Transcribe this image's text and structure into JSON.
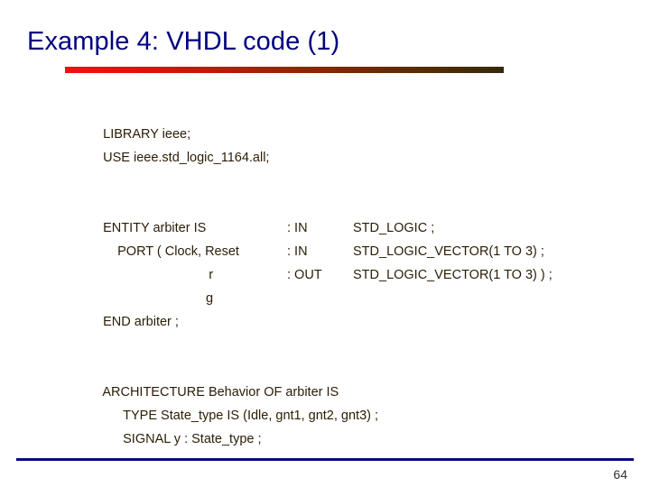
{
  "slide": {
    "title": "Example 4: VHDL code (1)",
    "page_number": "64",
    "title_color": "#000080",
    "rule_color": "#0a0a80",
    "bar_start_color": "#f11010",
    "bar_end_color": "#362a06",
    "code_color": "#2b1d06",
    "background_color": "#ffffff"
  },
  "code": {
    "library_line": "LIBRARY ieee;",
    "use_line": "USE ieee.std_logic_1164.all;",
    "entity_line": "ENTITY arbiter IS",
    "port_open": "PORT ( Clock, Reset",
    "port_r": "r",
    "port_g": "g",
    "dir_clock": ": IN",
    "dir_r": ": IN",
    "dir_g": ": OUT",
    "type_clock": "STD_LOGIC ;",
    "type_r": "STD_LOGIC_VECTOR(1 TO 3) ;",
    "type_g": "STD_LOGIC_VECTOR(1 TO 3) ) ;",
    "end_entity": "END arbiter ;",
    "architecture_line": "ARCHITECTURE Behavior OF arbiter IS",
    "type_decl": "TYPE State_type IS (Idle, gnt1, gnt2, gnt3) ;",
    "signal_decl": "SIGNAL y : State_type ;"
  }
}
